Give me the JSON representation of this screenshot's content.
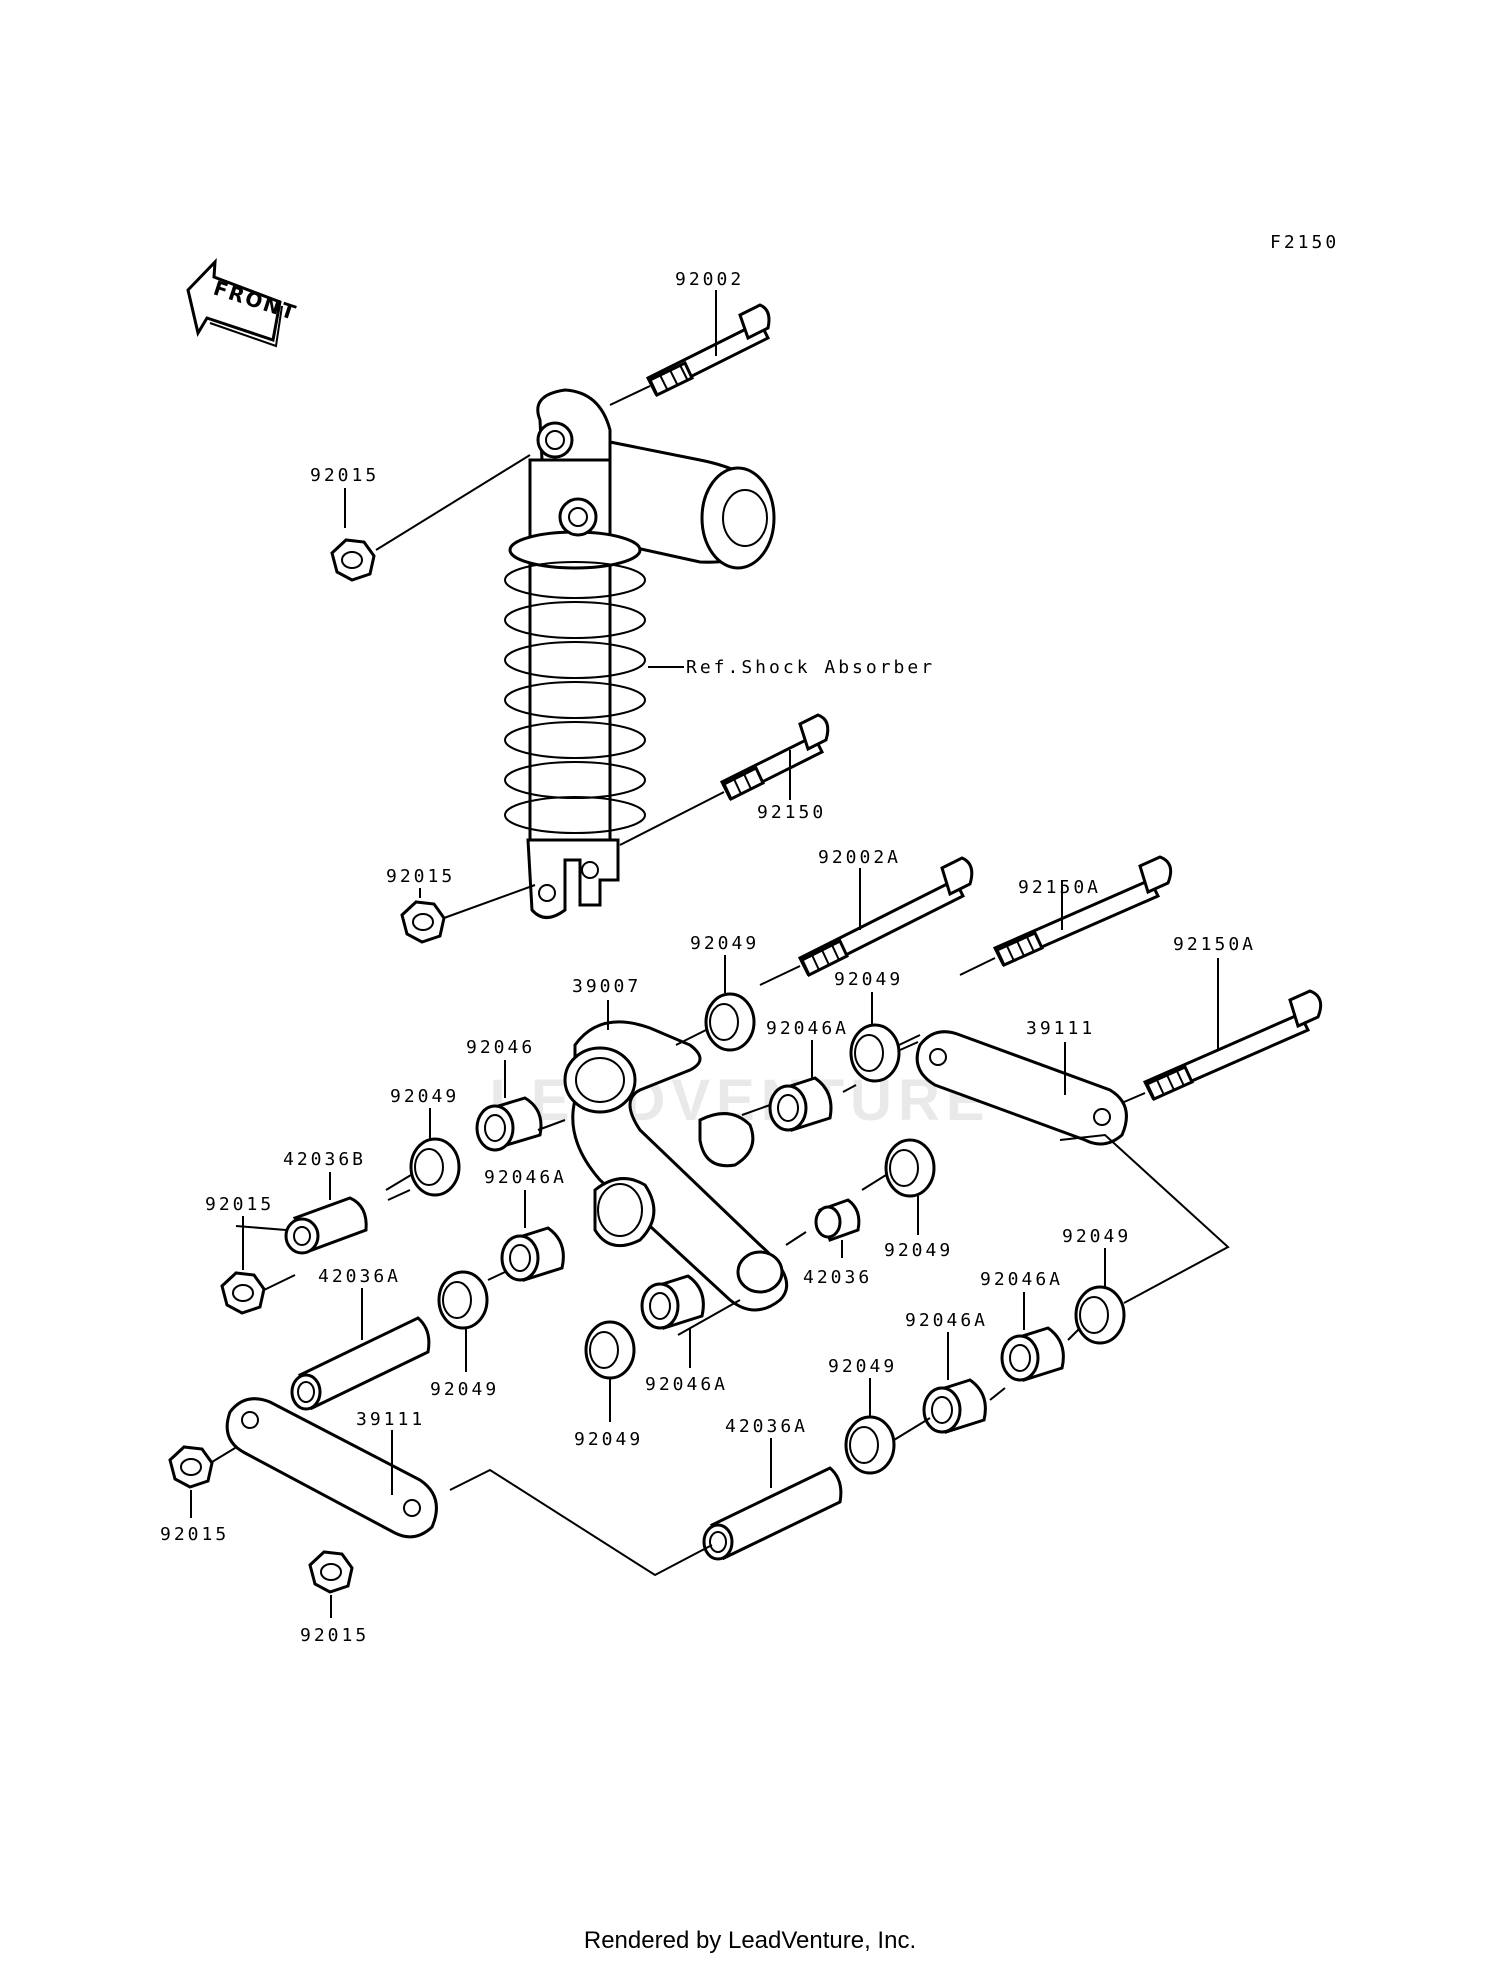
{
  "figure_id": "F2150",
  "front_marker": "FRONT",
  "reference_label": "Ref.Shock Absorber",
  "watermark": "LEADVENTURE",
  "footer": "Rendered by LeadVenture, Inc.",
  "callouts": {
    "c01": "92002",
    "c02": "92015",
    "c03": "92150",
    "c04": "92015",
    "c05": "92002A",
    "c06": "92150A",
    "c07": "92150A",
    "c08": "92049",
    "c09": "39007",
    "c10": "92049",
    "c11": "92046A",
    "c12": "39111",
    "c13": "92046",
    "c14": "92049",
    "c15": "42036B",
    "c16": "92046A",
    "c17": "92015",
    "c18": "42036",
    "c19": "92049",
    "c20": "92049",
    "c21": "92046A",
    "c22": "42036A",
    "c23": "92049",
    "c24": "92046A",
    "c25": "92046A",
    "c26": "92049",
    "c27": "92049",
    "c28": "39111",
    "c29": "42036A",
    "c30": "92015",
    "c31": "92015"
  }
}
